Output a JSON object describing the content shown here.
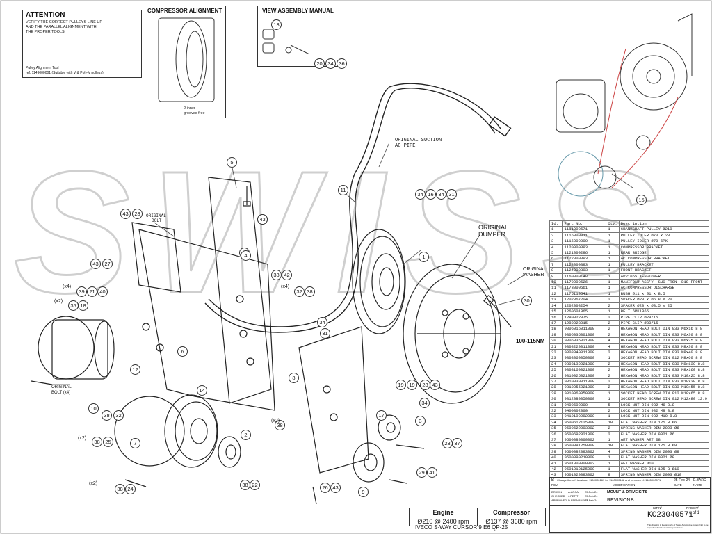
{
  "attention": {
    "title": "ATTENTION",
    "text1": "VERIFY THE CORRECT PULLEYS LINE UP",
    "text2": "AND THE PARALLEL ALIGNMENT WITH",
    "text3": "THE PROPER TOOLS.",
    "tool1": "Pulley Alignment Tool",
    "tool2": "ref. 1149000001 (Suitable with V & Poly-V pulleys)"
  },
  "compressor_alignment": {
    "title": "COMPRESSOR ALIGNMENT",
    "note1": "2 inner",
    "note2": "grooves free"
  },
  "assembly_manual": {
    "title": "VIEW ASSEMBLY MANUAL"
  },
  "watermark": "SWISS",
  "callouts": {
    "original_suction1": "ORIGINAL SUCTION",
    "original_suction2": "AC PIPE",
    "original_dumper1": "ORIGINAL",
    "original_dumper2": "DUMPER",
    "original_washer1": "ORIGINAL",
    "original_washer2": "WASHER",
    "torque": "100-115NM",
    "original_bolt_a1": "ORIGINAL",
    "original_bolt_a2": "BOLT",
    "original_bolt_b1": "ORIGINAL",
    "original_bolt_b2": "BOLT (x4)"
  },
  "balloons": [
    "13",
    "20",
    "34",
    "36",
    "5",
    "11",
    "28",
    "43",
    "43",
    "28",
    "43",
    "27",
    "4",
    "33",
    "42",
    "32",
    "38",
    "39",
    "21",
    "40",
    "35",
    "18",
    "12",
    "6",
    "1",
    "30",
    "34",
    "16",
    "34",
    "31",
    "8",
    "31",
    "17",
    "19",
    "34",
    "19",
    "28",
    "43",
    "10",
    "38",
    "32",
    "14",
    "3",
    "38",
    "25",
    "7",
    "2",
    "23",
    "37",
    "29",
    "41",
    "38",
    "22",
    "38",
    "24",
    "26",
    "43",
    "9",
    "15",
    "4",
    "38",
    "34"
  ],
  "qty_labels": [
    "(x4)",
    "(x2)",
    "(x4)",
    "(x2)",
    "(x2)",
    "(x2)"
  ],
  "bom": {
    "headers": [
      "Id.",
      "Part No.",
      "Qty.",
      "Description"
    ],
    "rows": [
      [
        "1",
        "1111000571",
        "1",
        "CRANKSHAFT PULLEY Ø210"
      ],
      [
        "2",
        "1116000011",
        "1",
        "PULLEY IDLER Ø70 x 28"
      ],
      [
        "3",
        "1116000090",
        "1",
        "PULLEY IDLER Ø70 6PK"
      ],
      [
        "4",
        "1120000393",
        "1",
        "COMPRESSOR BRACKET"
      ],
      [
        "5",
        "1121000296",
        "1",
        "REAR BRIDGE"
      ],
      [
        "6",
        "1122000393",
        "1",
        "AC COMPRESSOR BRACKET"
      ],
      [
        "7",
        "1123000393",
        "1",
        "PULLEY BRACKET"
      ],
      [
        "8",
        "1124000393",
        "1",
        "FRONT BRACKET"
      ],
      [
        "9",
        "1160000148",
        "1",
        "APV1055 TENSIONER"
      ],
      [
        "10",
        "1170000526",
        "1",
        "MANIFOLD ASS'Y -SUC FRON -D1S FRONT"
      ],
      [
        "11",
        "1173000561",
        "1",
        "AC COMPRESSOR DISCHARGE"
      ],
      [
        "12",
        "1175110641",
        "1",
        "BUSH Ø11 x Ø1 x 8.5"
      ],
      [
        "13",
        "1202367204",
        "2",
        "SPACER Ø20 x Ø6.8 x 20"
      ],
      [
        "14",
        "1202008254",
        "2",
        "SPACER Ø20 x Ø8.5 x 25"
      ],
      [
        "15",
        "1260601865",
        "1",
        "BELT 6PK1865"
      ],
      [
        "16",
        "1280022875",
        "2",
        "PIPE CLIP Ø28/15"
      ],
      [
        "17",
        "1280023015",
        "2",
        "PIPE CLIP Ø30/15"
      ],
      [
        "18",
        "9306016011000",
        "2",
        "HEXAGON HEAD BOLT DIN 933 M6x16 8.8"
      ],
      [
        "19",
        "9306035001000",
        "2",
        "HEXAGON HEAD BOLT DIN 933 M6x30 8.8"
      ],
      [
        "20",
        "9306035021000",
        "4",
        "HEXAGON HEAD BOLT DIN 933 M6x35 8.8"
      ],
      [
        "21",
        "9308220011000",
        "4",
        "HEXAGON HEAD BOLT DIN 933 M8x30 8.8"
      ],
      [
        "22",
        "9308040011000",
        "2",
        "HEXAGON HEAD BOLT DIN 933 M8x40 8.8"
      ],
      [
        "23",
        "9308060050000",
        "1",
        "SOCKET HEAD SCREW DIN 912 M8x60 8.8"
      ],
      [
        "24",
        "9308130021000",
        "2",
        "HEXAGON HEAD BOLT DIN 933 M8x130 8.8"
      ],
      [
        "25",
        "9308160021000",
        "2",
        "HEXAGON HEAD BOLT DIN 933 M8x160 8.8"
      ],
      [
        "26",
        "9310025021000",
        "2",
        "HEXAGON HEAD BOLT DIN 933 M10x25 8.8"
      ],
      [
        "27",
        "9310030011000",
        "2",
        "HEXAGON HEAD BOLT DIN 933 M10x30 8.8"
      ],
      [
        "28",
        "9310055021000",
        "2",
        "HEXAGON HEAD BOLT DIN 933 M10x55 8.8"
      ],
      [
        "29",
        "9310060050000",
        "1",
        "SOCKET HEAD SCREW DIN 912 M10x65 8.8"
      ],
      [
        "30",
        "9312080050000",
        "1",
        "SOCKET HEAD SCREW DIN 912 M12x80 12.9"
      ],
      [
        "31",
        "9400602000",
        "5",
        "LOCK NUT DIN 982 M6 8.8"
      ],
      [
        "32",
        "9400802000",
        "2",
        "LOCK NUT DIN 982 M8 8.8"
      ],
      [
        "33",
        "9410100982000",
        "1",
        "LOCK NUT DIN 982 M10 8.8"
      ],
      [
        "34",
        "9500612125000",
        "10",
        "FLAT WASHER DIN 125 B Ø6"
      ],
      [
        "35",
        "9500622093002",
        "2",
        "SPRING WASHER DIN 2093 Ø6"
      ],
      [
        "36",
        "9500692021000",
        "2",
        "FLAT WASHER DIN 9021 Ø6"
      ],
      [
        "37",
        "9500080000002",
        "1",
        "AET WASHER AET Ø8"
      ],
      [
        "38",
        "9500081250000",
        "10",
        "FLAT WASHER DIN 125 B Ø8"
      ],
      [
        "39",
        "9500082093002",
        "4",
        "SPRING WASHER DIN 2093 Ø8"
      ],
      [
        "40",
        "9500890210000",
        "1",
        "FLAT WASHER DIN 9021 Ø8"
      ],
      [
        "41",
        "9501000000002",
        "1",
        "AET WASHER Ø10"
      ],
      [
        "42",
        "9501010125000",
        "1",
        "FLAT WASHER DIN 125 B Ø10"
      ],
      [
        "43",
        "9501020093002",
        "9",
        "SPRING WASHER DIN 2093 Ø10"
      ]
    ]
  },
  "spec": {
    "engine_label": "Engine",
    "compressor_label": "Compressor",
    "engine_value": "Ø210 @ 2400 rpm",
    "compressor_value": "Ø137 @ 3680 rpm"
  },
  "title_block": {
    "change_text": "Change the ref. tensioner 1160000169 for 1160000148 and remove ref. 1165000571",
    "change_date": "25-Feb-24",
    "change_by": "E.BARÓ",
    "rev_label": "REV",
    "modification_label": "MODIFICATION",
    "date_label": "DATE",
    "name_label": "NAME",
    "drawn": "DRAWN",
    "checked": "CHECKED",
    "approved": "APPROVED",
    "drawn_by": "A.ARCA",
    "checked_by": "J.PETIT",
    "approved_by": "D.FERNANDEZ",
    "drawn_date": "25-Feb-24",
    "checked_date": "25-Feb-24",
    "approved_date": "25-Feb-24",
    "category": "MOUNT & DRIVE KITS",
    "revision_label": "REVISION",
    "revision": "B",
    "title": "IVECO S-WAY CURSOR 9 E6 QP-25",
    "kit_label": "KIT Nº",
    "kit_no": "KC23040571",
    "page_label": "PAGE Nº",
    "page_value": "1 of 1",
    "legal": "This drawing is the property of Swiss Automotive Group. Not to be reproduced without written permission."
  }
}
